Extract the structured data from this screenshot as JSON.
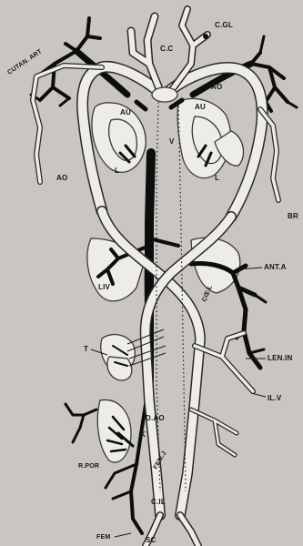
{
  "labels": {
    "c_gl": "C.GL",
    "cutan_art": "CUTAN. ART",
    "cc": "C.C",
    "au_left": "AU",
    "au_right": "AU",
    "ao_upper": "AO",
    "ao_right": "AO",
    "v": "V",
    "l_left": "L",
    "l_right": "L",
    "br": "BR",
    "liv": "LIV",
    "ant_a": "ANT.A",
    "coe_l": "CŒ.L",
    "len_in": "LEN.IN",
    "il_v": "IL.V",
    "t": "T",
    "d_ao": "D.AO",
    "k": "K",
    "r_por": "R.POR",
    "fem_j": "FEM.J",
    "c_il": "C.IL",
    "fem": "FEM",
    "sc": "SC"
  },
  "colors": {
    "background": "#c9c6c1",
    "vessel_light": "#eeece8",
    "vessel_dark": "#0d0d0d",
    "outline": "#2a2826"
  }
}
